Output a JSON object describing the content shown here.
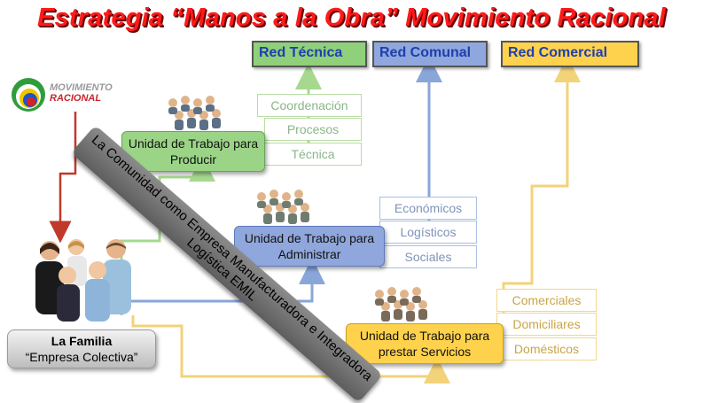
{
  "title": "Estrategia “Manos a la Obra” Movimiento Racional",
  "logo": {
    "line1": "MOVIMIENTO",
    "line2": "RACIONAL"
  },
  "networks": [
    {
      "label": "Red Técnica",
      "color": "#8fd07a"
    },
    {
      "label": "Red Comunal",
      "color": "#8fa7dc"
    },
    {
      "label": "Red Comercial",
      "color": "#ffd24d"
    }
  ],
  "columns": {
    "tecnica": [
      "Coordenación",
      "Procesos",
      "Técnica"
    ],
    "comunal": [
      "Económicos",
      "Logísticos",
      "Sociales"
    ],
    "comercial": [
      "Comerciales",
      "Domiciliares",
      "Domésticos"
    ]
  },
  "units": {
    "producir": "Unidad de Trabajo para Producir",
    "administrar": "Unidad de Trabajo para Administrar",
    "servicios": "Unidad de Trabajo para prestar Servicios"
  },
  "band_text": "La Comunidad como Empresa Manufacturadora e Integradora Logística EMIL",
  "family": {
    "title": "La Familia",
    "subtitle": "“Empresa Colectiva”"
  },
  "colors": {
    "title_red": "#ff1a1a",
    "green_line": "#a6d98f",
    "blue_line": "#8aa6d8",
    "yellow_line": "#f3d37a",
    "red_arrow": "#c0392b"
  }
}
